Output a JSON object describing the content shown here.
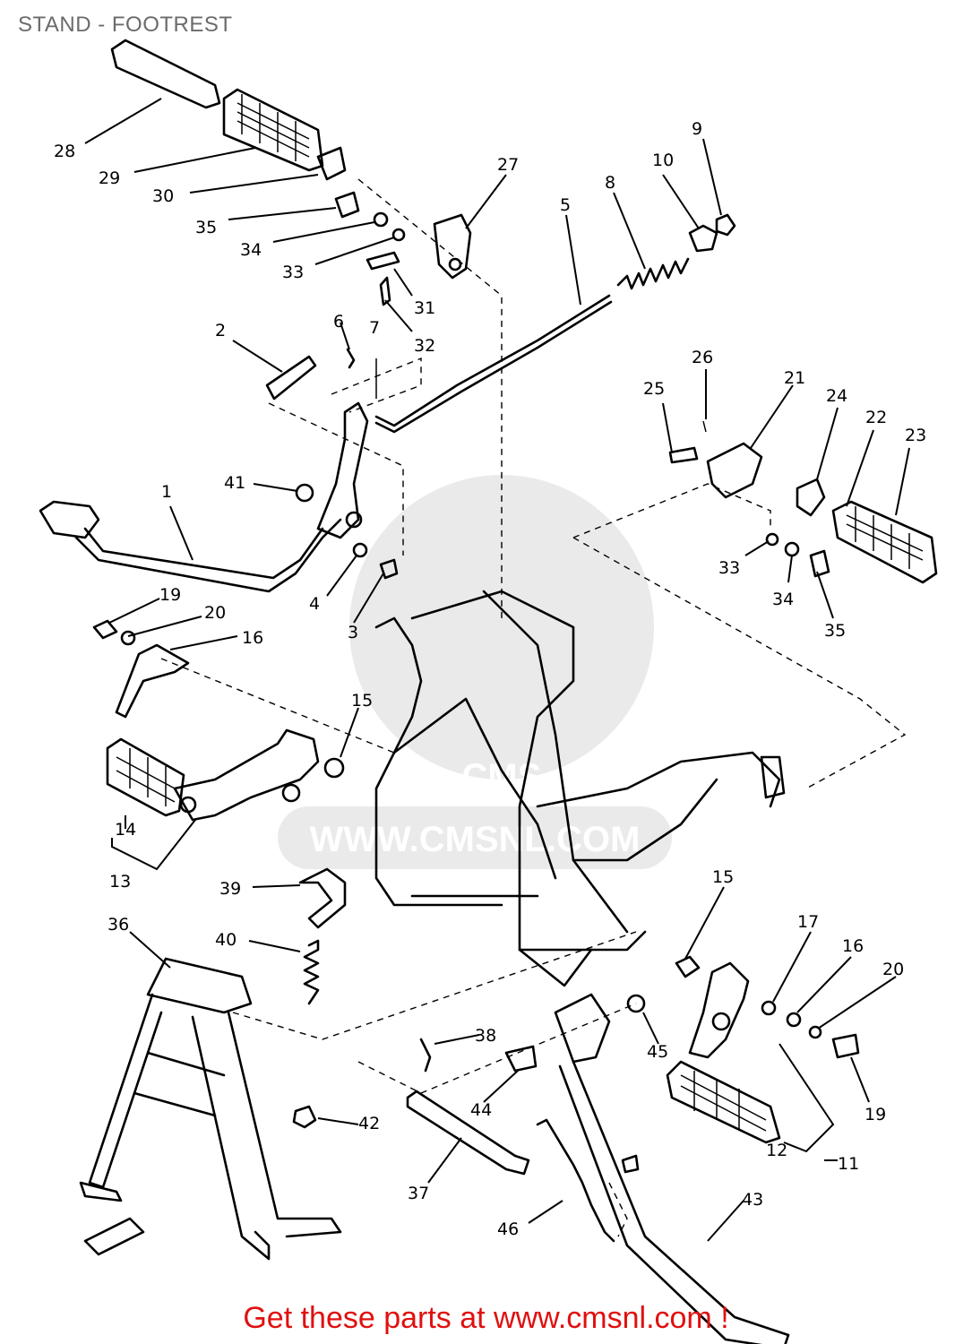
{
  "header": {
    "title": "STAND - FOOTREST"
  },
  "watermark": {
    "text": "WWW.CMSNL.COM",
    "logo": "CMS"
  },
  "footer": {
    "text": "Get these parts at www.cmsnl.com !"
  },
  "colors": {
    "footer": "#e01010",
    "title": "#6b6b6b",
    "line": "#000000"
  },
  "callouts": [
    "1",
    "2",
    "3",
    "4",
    "5",
    "6",
    "7",
    "8",
    "9",
    "10",
    "11",
    "12",
    "13",
    "14",
    "15",
    "15",
    "16",
    "16",
    "17",
    "19",
    "19",
    "20",
    "20",
    "21",
    "22",
    "23",
    "24",
    "25",
    "26",
    "27",
    "28",
    "29",
    "30",
    "31",
    "32",
    "33",
    "33",
    "34",
    "34",
    "35",
    "35",
    "36",
    "37",
    "38",
    "39",
    "40",
    "41",
    "42",
    "43",
    "44",
    "45",
    "46"
  ]
}
